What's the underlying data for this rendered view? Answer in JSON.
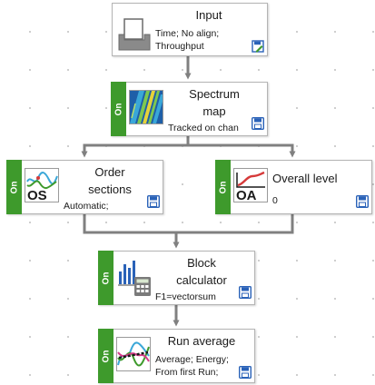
{
  "nodes": [
    {
      "id": "input",
      "title": "Input",
      "details": [
        "Time; No align;",
        "Throughput"
      ],
      "has_on_strip": false,
      "icon": "inbox-tray-icon",
      "action_icon": "edit-settings-icon"
    },
    {
      "id": "spectrum-map",
      "title_lines": [
        "Spectrum",
        "map"
      ],
      "details": [
        "Tracked on chan"
      ],
      "has_on_strip": true,
      "on_label": "On",
      "icon": "spectrum-map-icon",
      "action_icon": "save-icon"
    },
    {
      "id": "order-sections",
      "title_lines": [
        "Order",
        "sections"
      ],
      "details": [
        "Automatic;"
      ],
      "has_on_strip": true,
      "on_label": "On",
      "icon": "order-sections-os-icon",
      "icon_text": "OS",
      "action_icon": "save-icon"
    },
    {
      "id": "overall-level",
      "title": "Overall level",
      "details": [
        "0"
      ],
      "has_on_strip": true,
      "on_label": "On",
      "icon": "overall-level-oa-icon",
      "icon_text": "OA",
      "action_icon": "save-icon"
    },
    {
      "id": "block-calculator",
      "title_lines": [
        "Block",
        "calculator"
      ],
      "details": [
        "F1=vectorsum"
      ],
      "has_on_strip": true,
      "on_label": "On",
      "icon": "calculator-chart-icon",
      "action_icon": "save-icon"
    },
    {
      "id": "run-average",
      "title": "Run average",
      "details": [
        "Average; Energy;",
        "From first Run;"
      ],
      "has_on_strip": true,
      "on_label": "On",
      "icon": "run-average-icon",
      "action_icon": "save-icon"
    }
  ],
  "colors": {
    "on_strip": "#3e9a2c",
    "connector": "#808080",
    "save_icon": "#2a62b8",
    "node_border": "#b4b4b4"
  }
}
